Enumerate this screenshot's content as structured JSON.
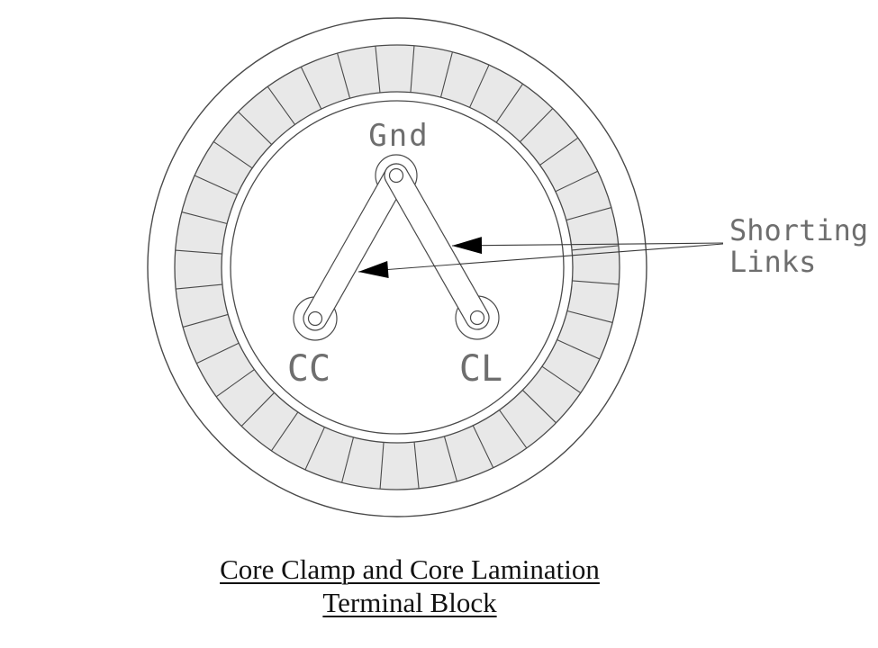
{
  "diagram": {
    "terminal_labels": {
      "gnd": "Gnd",
      "cc": "CC",
      "cl": "CL"
    },
    "annotation": {
      "line1": "Shorting",
      "line2": "Links"
    },
    "ring": {
      "segment_count": 36
    },
    "colors": {
      "line": "#4a4a4a",
      "segment_fill": "#e8e8e8",
      "label_text": "#6e6e6e",
      "arrow_fill": "#000000",
      "caption_text": "#111111",
      "background": "#ffffff"
    }
  },
  "caption": {
    "line1": "Core Clamp and Core Lamination",
    "line2": "Terminal Block"
  }
}
